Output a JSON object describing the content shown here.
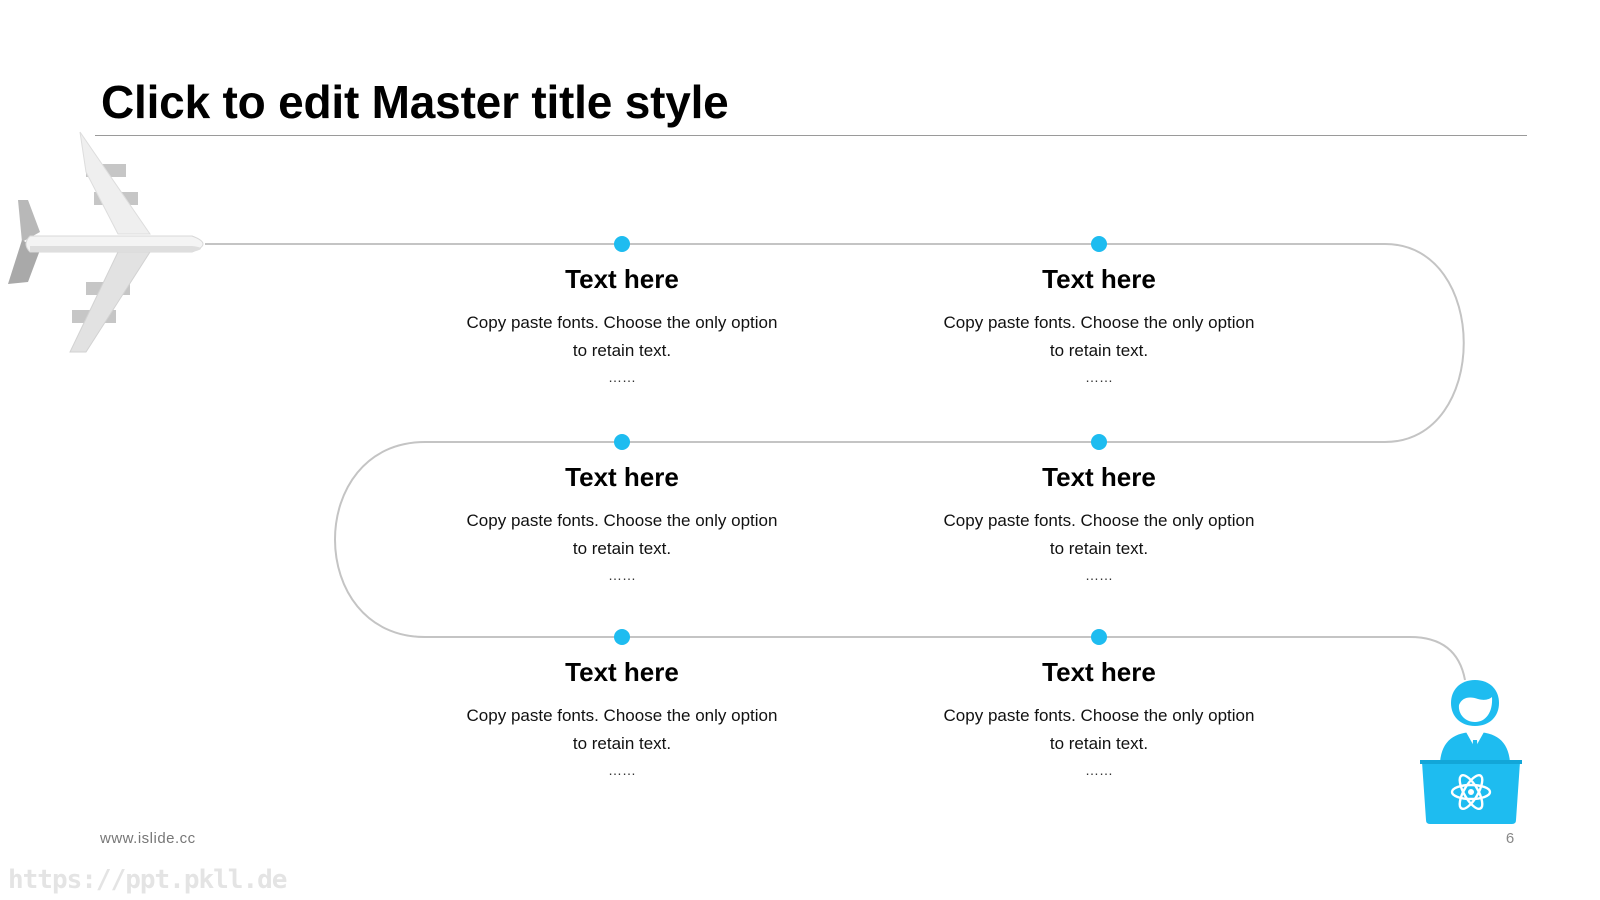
{
  "slide": {
    "title": "Click to edit Master title style",
    "footer_url": "www.islide.cc",
    "page_number": "6",
    "watermark": "https://ppt.pkll.de"
  },
  "colors": {
    "accent": "#1ebcf0",
    "path": "#c4c4c4",
    "plane_light": "#eeeeee",
    "plane_shade": "#b8b8b8"
  },
  "icons": [
    "airplane-icon",
    "scientist-laptop-icon",
    "atom-icon"
  ],
  "nodes": [
    {
      "title": "Text here",
      "line1": "Copy paste fonts. Choose the only option",
      "line2": "to retain text.",
      "dots": "……"
    },
    {
      "title": "Text here",
      "line1": "Copy paste fonts. Choose the only option",
      "line2": "to retain text.",
      "dots": "……"
    },
    {
      "title": "Text here",
      "line1": "Copy paste fonts. Choose the only option",
      "line2": "to retain text.",
      "dots": "……"
    },
    {
      "title": "Text here",
      "line1": "Copy paste fonts. Choose the only option",
      "line2": "to retain text.",
      "dots": "……"
    },
    {
      "title": "Text here",
      "line1": "Copy paste fonts. Choose the only option",
      "line2": "to retain text.",
      "dots": "……"
    },
    {
      "title": "Text here",
      "line1": "Copy paste fonts. Choose the only option",
      "line2": "to retain text.",
      "dots": "……"
    }
  ]
}
